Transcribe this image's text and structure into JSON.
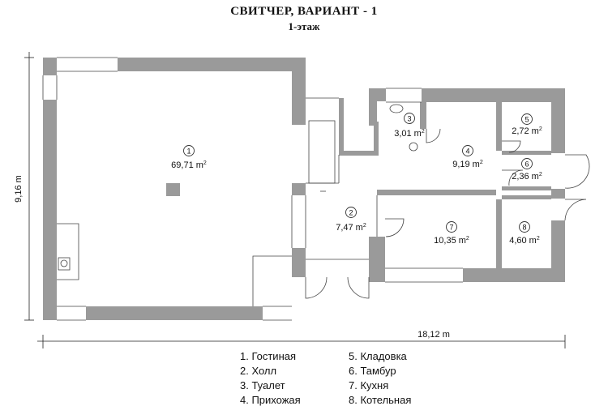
{
  "title": "СВИТЧЕР, ВАРИАНТ - 1",
  "subtitle": "1-этаж",
  "dimensions": {
    "height": "9,16 m",
    "width": "18,12 m"
  },
  "rooms": [
    {
      "num": "1",
      "area": "69,71 m",
      "sup": "2"
    },
    {
      "num": "2",
      "area": "7,47 m",
      "sup": "2"
    },
    {
      "num": "3",
      "area": "3,01 m",
      "sup": "2"
    },
    {
      "num": "4",
      "area": "9,19 m",
      "sup": "2"
    },
    {
      "num": "5",
      "area": "2,72 m",
      "sup": "2"
    },
    {
      "num": "6",
      "area": "2,36 m",
      "sup": "2"
    },
    {
      "num": "7",
      "area": "10,35 m",
      "sup": "2"
    },
    {
      "num": "8",
      "area": "4,60 m",
      "sup": "2"
    }
  ],
  "legend_left": [
    "1. Гостиная",
    "2. Холл",
    "3. Туалет",
    "4. Прихожая"
  ],
  "legend_right": [
    "5. Кладовка",
    "6. Тамбур",
    "7. Кухня",
    "8. Котельная"
  ],
  "colors": {
    "wall": "#9a9a9a",
    "line": "#444444"
  }
}
